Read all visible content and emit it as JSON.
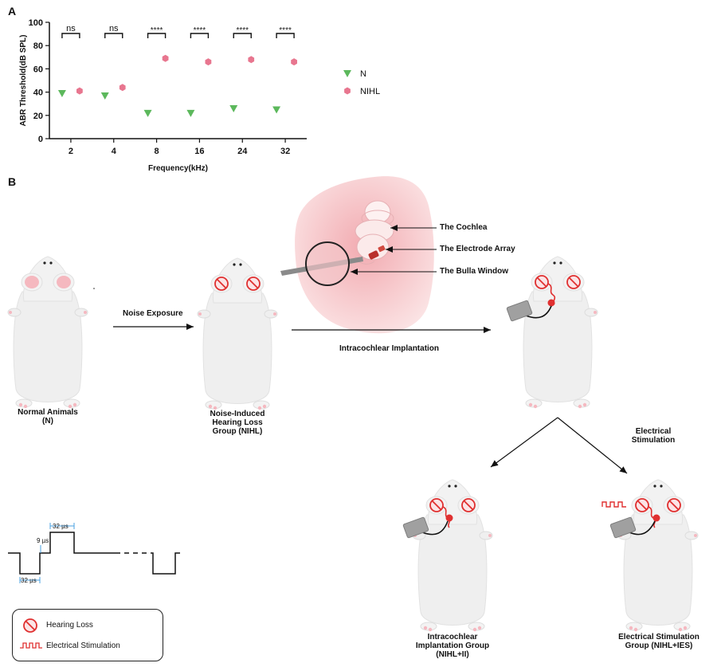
{
  "panel_a": {
    "label": "A",
    "chart_data": {
      "type": "scatter",
      "xlabel": "Frequency(kHz)",
      "ylabel": "ABR Threshold(dB SPL)",
      "categories": [
        "2",
        "4",
        "8",
        "16",
        "24",
        "32"
      ],
      "ylim": [
        0,
        100
      ],
      "yticks": [
        "0",
        "20",
        "40",
        "60",
        "80",
        "100"
      ],
      "grid": false,
      "legend_position": "right",
      "series": [
        {
          "name": "N",
          "marker": "triangle-down",
          "color": "#5cb85c",
          "values": [
            39,
            37,
            22,
            22,
            26,
            25
          ]
        },
        {
          "name": "NIHL",
          "marker": "hexagon",
          "color": "#e8768f",
          "values": [
            41,
            44,
            69,
            66,
            68,
            66
          ]
        }
      ],
      "significance": [
        "ns",
        "ns",
        "****",
        "****",
        "****",
        "****"
      ]
    }
  },
  "panel_b": {
    "label": "B",
    "cochlea_labels": [
      "The Cochlea",
      "The Electrode Array",
      "The Bulla Window"
    ],
    "steps": {
      "noise_exposure": "Noise Exposure",
      "implantation": "Intracochlear Implantation",
      "stimulation": [
        "Electrical",
        "Stimulation"
      ]
    },
    "groups": {
      "normal": [
        "Normal Animals",
        "(N)"
      ],
      "nihl": [
        "Noise-Induced",
        "Hearing Loss",
        "Group (NIHL)"
      ],
      "ii": [
        "Intracochlear",
        "Implantation Group",
        "(NIHL+II)"
      ],
      "ies": [
        "Electrical Stimulation",
        "Group (NIHL+IES)"
      ]
    },
    "waveform": {
      "phase_top": "32 µs",
      "gap": "9 µs",
      "phase_bottom": "32 µs"
    },
    "legend": {
      "hearing_loss": "Hearing Loss",
      "stimulation": "Electrical Stimulation"
    }
  },
  "colors": {
    "n": "#5cb85c",
    "nihl": "#e8768f",
    "red": "#e03030",
    "pink": "#f6c9cc"
  }
}
